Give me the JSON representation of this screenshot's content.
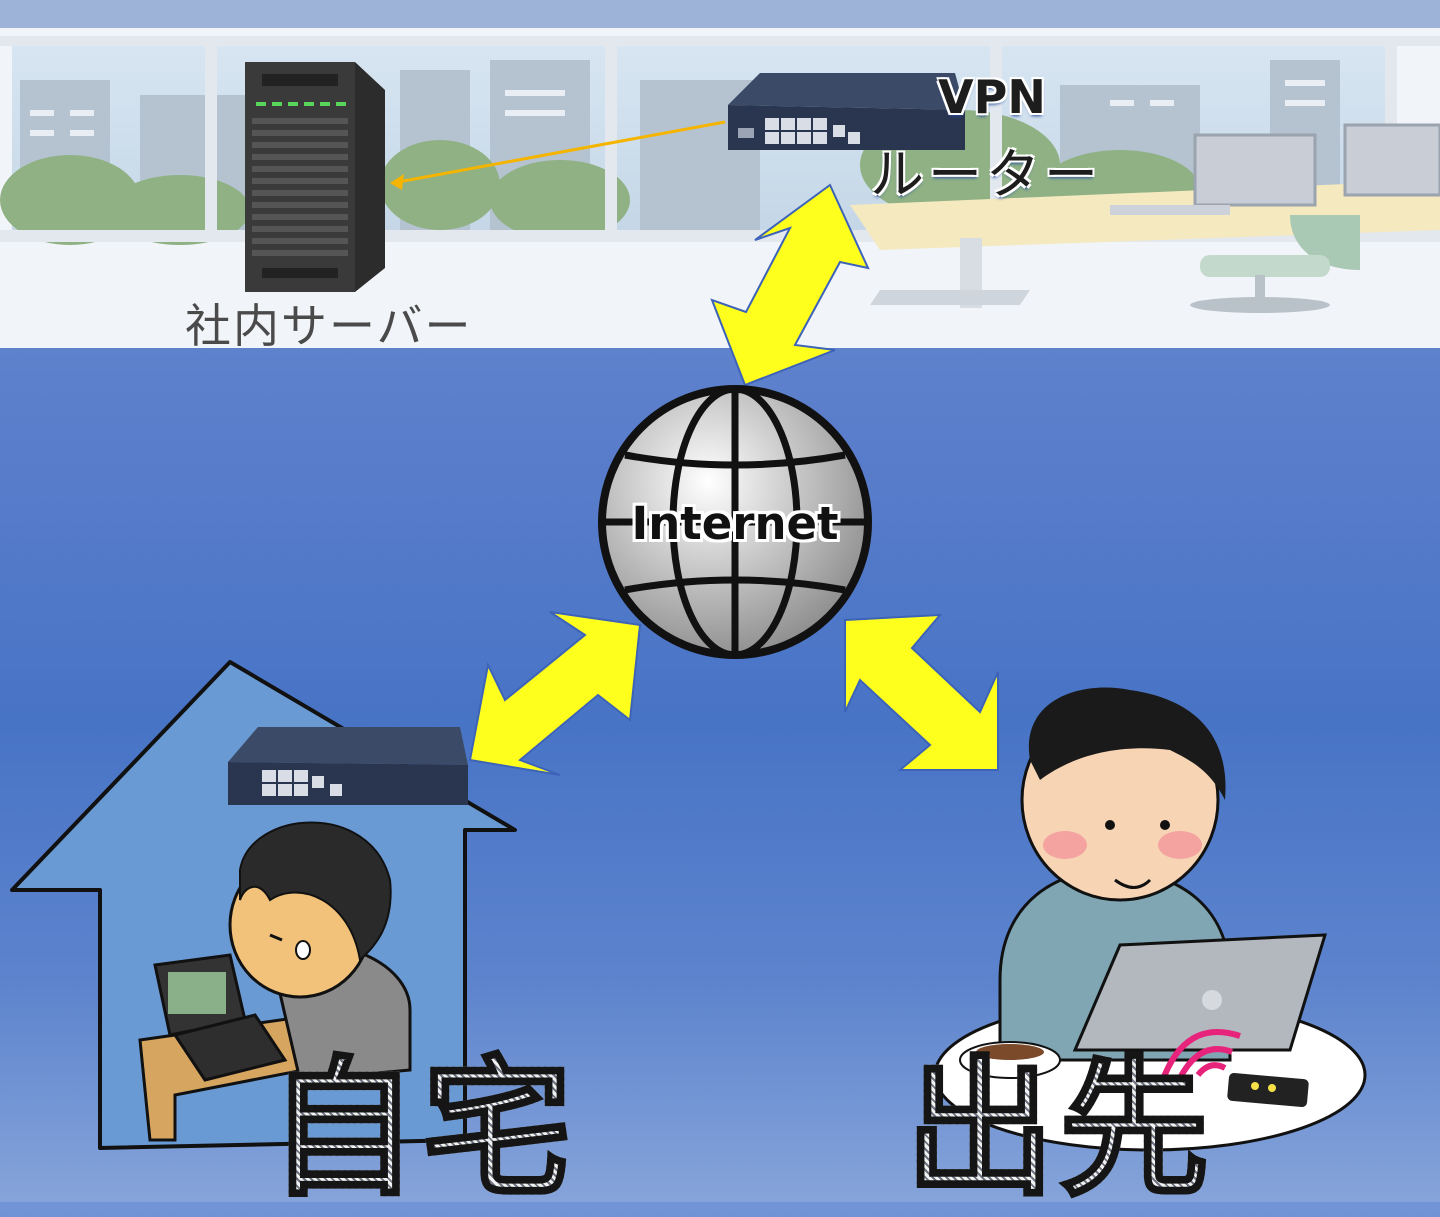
{
  "labels": {
    "server": "社内サーバー",
    "vpn": "VPN",
    "router": "ルーター",
    "internet": "Internet",
    "home": "自宅",
    "away": "出先"
  },
  "colors": {
    "arrow_fill": "#ffff1e",
    "arrow_stroke": "#3d63b8",
    "link_line": "#f5b400",
    "background_top": "#7194d6",
    "background_mid": "#4874c6",
    "office_wall": "#eef2f8"
  },
  "icons": {
    "server": "tower-server-icon",
    "router": "vpn-router-icon",
    "globe": "internet-globe-icon",
    "house": "house-icon",
    "home_worker": "person-with-laptop-icon",
    "mobile_worker": "person-with-laptop-icon",
    "wifi": "mobile-wifi-icon",
    "coffee": "coffee-cup-icon"
  }
}
